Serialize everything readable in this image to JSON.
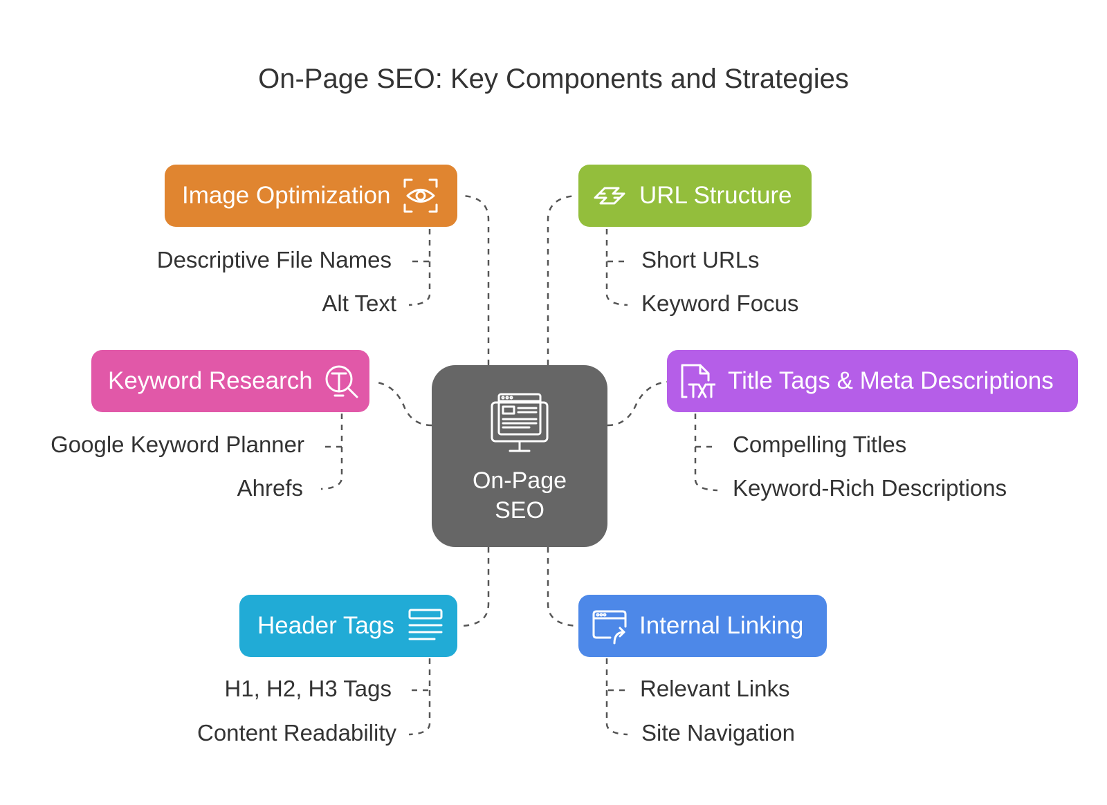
{
  "title": "On-Page SEO: Key Components and Strategies",
  "center": {
    "label_line1": "On-Page",
    "label_line2": "SEO",
    "icon": "web-page-monitor-icon"
  },
  "nodes": {
    "image_optimization": {
      "label": "Image Optimization",
      "color": "#E08530",
      "icon": "eye-scan-icon",
      "items": [
        "Descriptive File Names",
        "Alt Text"
      ]
    },
    "url_structure": {
      "label": "URL Structure",
      "color": "#93BE3C",
      "icon": "link-arrows-icon",
      "items": [
        "Short URLs",
        "Keyword Focus"
      ]
    },
    "keyword_research": {
      "label": "Keyword Research",
      "color": "#E158A8",
      "icon": "text-search-icon",
      "items": [
        "Google Keyword Planner",
        "Ahrefs"
      ]
    },
    "title_tags": {
      "label": "Title Tags & Meta Descriptions",
      "color": "#B55EE8",
      "icon": "txt-file-icon",
      "items": [
        "Compelling Titles",
        "Keyword-Rich Descriptions"
      ]
    },
    "header_tags": {
      "label": "Header Tags",
      "color": "#21ABD6",
      "icon": "text-lines-icon",
      "items": [
        "H1, H2, H3 Tags",
        "Content Readability"
      ]
    },
    "internal_linking": {
      "label": "Internal Linking",
      "color": "#4D88E8",
      "icon": "browser-link-icon",
      "items": [
        "Relevant Links",
        "Site Navigation"
      ]
    }
  }
}
